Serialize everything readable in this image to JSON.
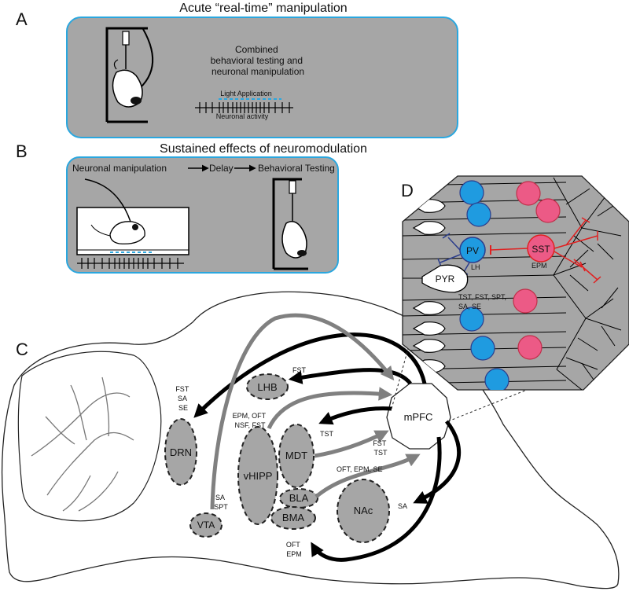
{
  "panel_a": {
    "letter": "A",
    "title": "Acute “real-time” manipulation",
    "text": [
      "Combined",
      "behavioral testing and",
      "neuronal manipulation"
    ],
    "light_label": "Light Application",
    "activity_label": "Neuronal activity"
  },
  "panel_b": {
    "letter": "B",
    "title": "Sustained effects of neuromodulation",
    "flow": [
      "Neuronal manipulation",
      "Delay",
      "Behavioral Testing"
    ]
  },
  "panel_c": {
    "letter": "C",
    "regions": [
      "DRN",
      "LHB",
      "vHIPP",
      "MDT",
      "BLA",
      "BMA",
      "NAc",
      "VTA",
      "mPFC"
    ],
    "labels": {
      "drn_tests": [
        "FST",
        "SA",
        "SE"
      ],
      "lhb_test": "FST",
      "vhipp_tests": [
        "EPM, OFT",
        "NSF, FST"
      ],
      "mdt_test": "TST",
      "mpfc_tests": [
        "FST",
        "TST"
      ],
      "bla_tests": "OFT, EPM, SE",
      "vta_tests": [
        "SA",
        "SPT"
      ],
      "nac_test": "SA",
      "bma_tests": [
        "OFT",
        "EPM"
      ]
    }
  },
  "panel_d": {
    "letter": "D",
    "pv": "PV",
    "pv_test": "LH",
    "sst": "SST",
    "sst_test": "EPM",
    "pyr": "PYR",
    "pyr_tests": [
      "TST, FST, SPT,",
      "SA, SE"
    ]
  },
  "colors": {
    "panel_bg": "#a6a6a6",
    "panel_border": "#2aa7df",
    "pv_blue": "#1f9be0",
    "sst_pink": "#ec5a86",
    "inhib_red": "#e02020",
    "inhib_navy": "#2b3d8c",
    "arrow_gray": "#808080"
  }
}
